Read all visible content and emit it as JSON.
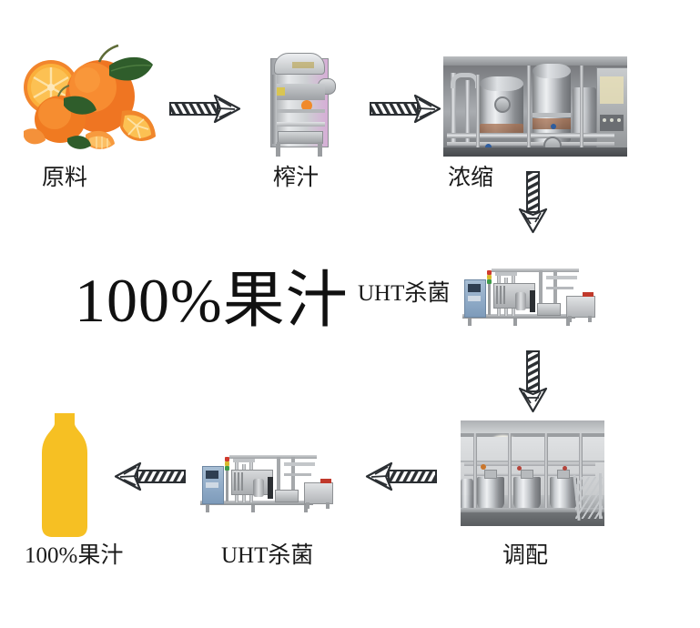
{
  "diagram": {
    "title": "100%果汁",
    "type": "process-flow",
    "background_color": "#ffffff",
    "bottle_color": "#f6c023",
    "arrow_color": "#2b2f33",
    "text_color": "#1a1a1a"
  },
  "steps": [
    {
      "id": "raw-material",
      "label": "原料",
      "row": 1,
      "order": 1,
      "visual": "oranges-photo"
    },
    {
      "id": "juicing",
      "label": "榨汁",
      "row": 1,
      "order": 2,
      "visual": "juicer-machine-photo"
    },
    {
      "id": "concentration",
      "label": "浓缩",
      "row": 1,
      "order": 3,
      "visual": "evaporator-photo"
    },
    {
      "id": "uht-1",
      "label": "UHT杀菌",
      "row": 2,
      "order": 4,
      "visual": "uht-sterilizer-photo"
    },
    {
      "id": "blending",
      "label": "调配",
      "row": 3,
      "order": 5,
      "visual": "blending-tanks-photo"
    },
    {
      "id": "uht-2",
      "label": "UHT杀菌",
      "row": 3,
      "order": 6,
      "visual": "uht-sterilizer-photo"
    },
    {
      "id": "final-product",
      "label": "100%果汁",
      "row": 3,
      "order": 7,
      "visual": "juice-bottle"
    }
  ],
  "arrows": [
    {
      "id": "arrow-raw-to-juicing",
      "direction": "right",
      "from": "raw-material",
      "to": "juicing"
    },
    {
      "id": "arrow-juicing-to-concentration",
      "direction": "right",
      "from": "juicing",
      "to": "concentration"
    },
    {
      "id": "arrow-concentration-to-uht1",
      "direction": "down",
      "from": "concentration",
      "to": "uht-1"
    },
    {
      "id": "arrow-uht1-to-blending",
      "direction": "down",
      "from": "uht-1",
      "to": "blending"
    },
    {
      "id": "arrow-blending-to-uht2",
      "direction": "left",
      "from": "blending",
      "to": "uht-2"
    },
    {
      "id": "arrow-uht2-to-product",
      "direction": "left",
      "from": "uht-2",
      "to": "final-product"
    }
  ]
}
